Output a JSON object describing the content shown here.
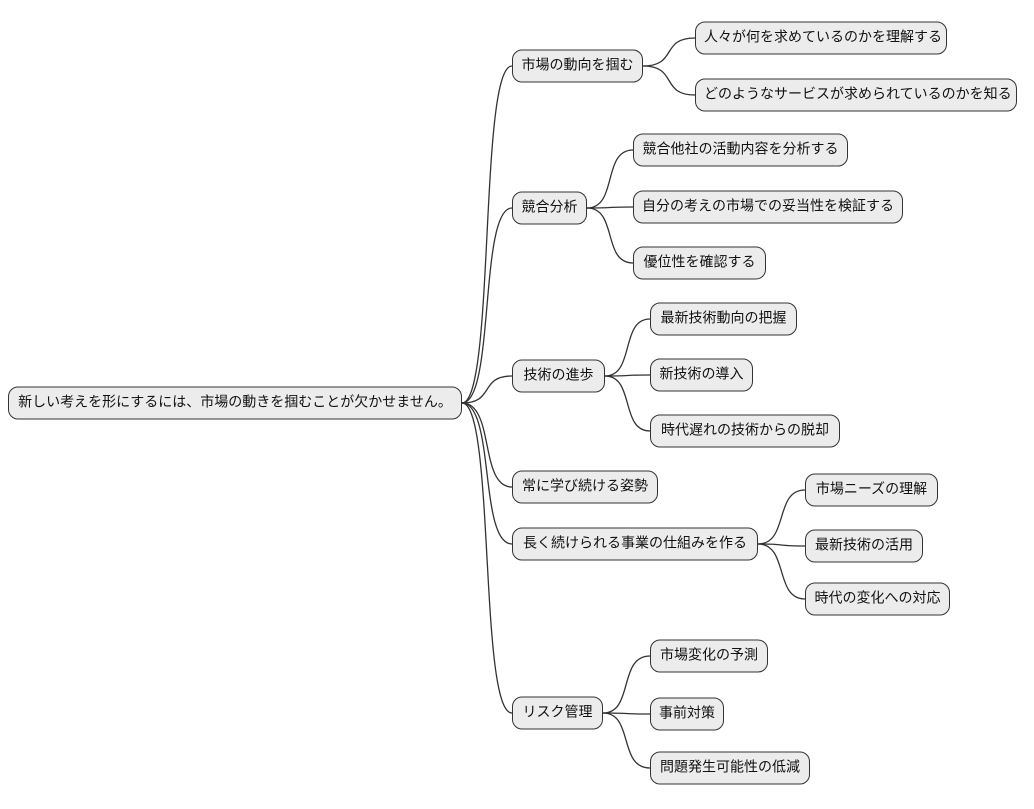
{
  "diagram": {
    "type": "mindmap-flowchart",
    "direction": "left-to-right",
    "style": {
      "node_fill": "#ececec",
      "node_border": "#333333",
      "edge_color": "#333333",
      "text_color": "#111111",
      "background": "#ffffff"
    },
    "root": {
      "label": "新しい考えを形にするには、市場の動きを掴むことが欠かせません。"
    },
    "branches": [
      {
        "label": "市場の動向を掴む",
        "children": [
          "人々が何を求めているのかを理解する",
          "どのようなサービスが求められているのかを知る"
        ]
      },
      {
        "label": "競合分析",
        "children": [
          "競合他社の活動内容を分析する",
          "自分の考えの市場での妥当性を検証する",
          "優位性を確認する"
        ]
      },
      {
        "label": "技術の進歩",
        "children": [
          "最新技術動向の把握",
          "新技術の導入",
          "時代遅れの技術からの脱却"
        ]
      },
      {
        "label": "常に学び続ける姿勢",
        "children": []
      },
      {
        "label": "長く続けられる事業の仕組みを作る",
        "children": [
          "市場ニーズの理解",
          "最新技術の活用",
          "時代の変化への対応"
        ]
      },
      {
        "label": "リスク管理",
        "children": [
          "市場変化の予測",
          "事前対策",
          "問題発生可能性の低減"
        ]
      }
    ]
  }
}
